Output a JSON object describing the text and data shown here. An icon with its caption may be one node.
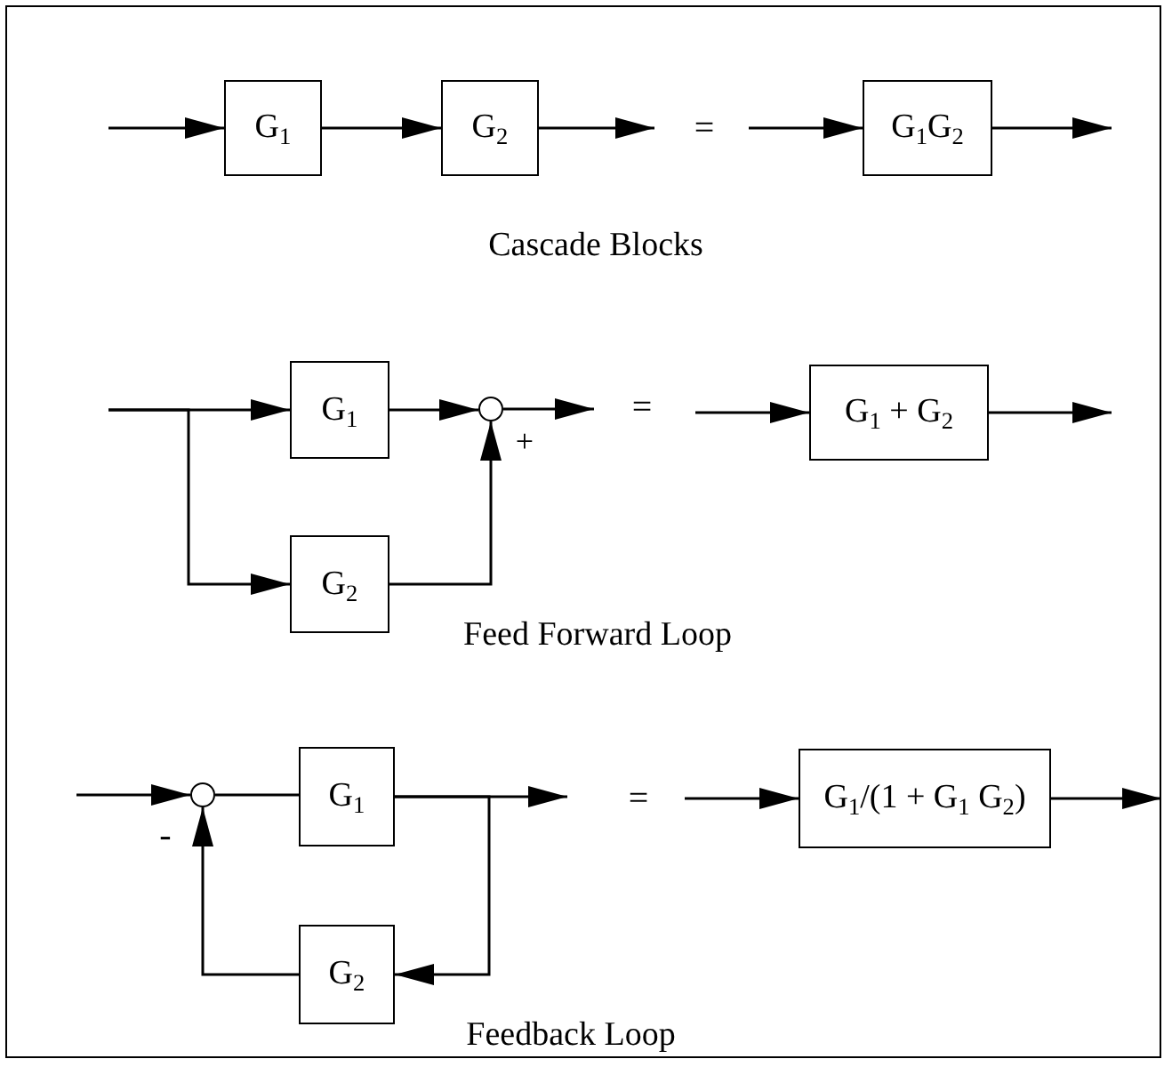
{
  "diagram": {
    "nodes": [
      {
        "text": [
          "G$_{1}$"
        ]
      },
      {
        "text": [
          "G$_{2}$"
        ]
      },
      {
        "text": [
          "G$_{1}$G$_{2}$"
        ]
      },
      {
        "text": [
          "G$_{1}$"
        ]
      },
      {
        "text": [],
        "shape": "circle"
      },
      {
        "text": [
          "G$_{2}$"
        ]
      },
      {
        "text": [
          "G$_{1}$ + G$_{2}$"
        ]
      },
      {
        "text": [],
        "shape": "circle"
      },
      {
        "text": [
          "G$_{1}$"
        ]
      },
      {
        "text": [
          "G$_{2}$"
        ]
      },
      {
        "text": [
          "G$_{1}$/(1 + G$_{1}$ G$_{2}$)"
        ]
      }
    ],
    "edges": [
      {
        "from": null,
        "to": 0,
        "arrow": "to"
      },
      {
        "from": 0,
        "to": 1,
        "arrow": "to"
      },
      {
        "from": 1,
        "to": null,
        "arrow": "to"
      },
      {
        "from": null,
        "to": 2,
        "arrow": "to"
      },
      {
        "from": 2,
        "to": null,
        "arrow": "to"
      },
      {
        "from": null,
        "to": 3,
        "arrow": "to"
      },
      {
        "from": null,
        "to": 5,
        "arrow": "to"
      },
      {
        "from": 3,
        "to": 4,
        "arrow": "to"
      },
      {
        "from": 5,
        "to": 4,
        "arrow": "to"
      },
      {
        "from": 4,
        "to": null,
        "arrow": "to"
      },
      {
        "from": null,
        "to": 6,
        "arrow": "to"
      },
      {
        "from": 6,
        "to": null,
        "arrow": "to"
      },
      {
        "from": null,
        "to": 7,
        "arrow": "to"
      },
      {
        "from": 7,
        "to": 8,
        "arrow": "none"
      },
      {
        "from": 8,
        "to": null,
        "arrow": "to"
      },
      {
        "from": 8,
        "to": 9,
        "arrow": "to"
      },
      {
        "from": 9,
        "to": 7,
        "arrow": "to"
      },
      {
        "from": null,
        "to": 10,
        "arrow": "to"
      },
      {
        "from": 10,
        "to": null,
        "arrow": "to"
      }
    ],
    "labels": [
      "=",
      "Cascade Blocks",
      "+",
      "=",
      "Feed Forward Loop",
      "-",
      "=",
      "Feedback Loop"
    ]
  }
}
